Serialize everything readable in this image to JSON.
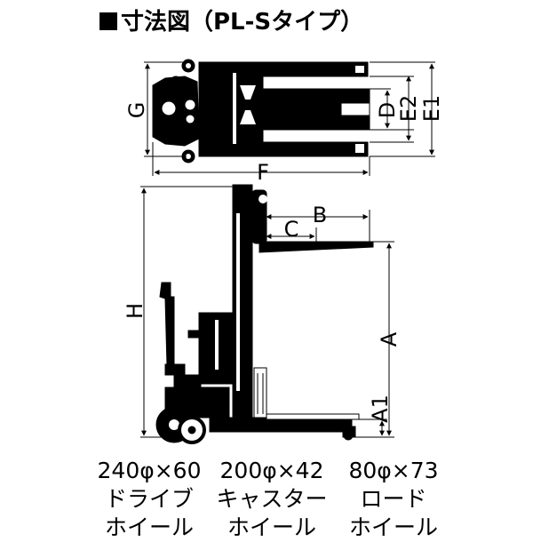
{
  "title": "寸法図（PL-Sタイプ）",
  "dimensions": {
    "g": "G",
    "f": "F",
    "d": "D",
    "e2": "E2",
    "e1": "E1",
    "b": "B",
    "c": "C",
    "h": "H",
    "a": "A",
    "a1": "A1"
  },
  "wheels": [
    {
      "size": "240φ×60",
      "line1": "ドライブ",
      "line2": "ホイール"
    },
    {
      "size": "200φ×42",
      "line1": "キャスター",
      "line2": "ホイール"
    },
    {
      "size": "80φ×73",
      "line1": "ロード",
      "line2": "ホイール"
    }
  ]
}
